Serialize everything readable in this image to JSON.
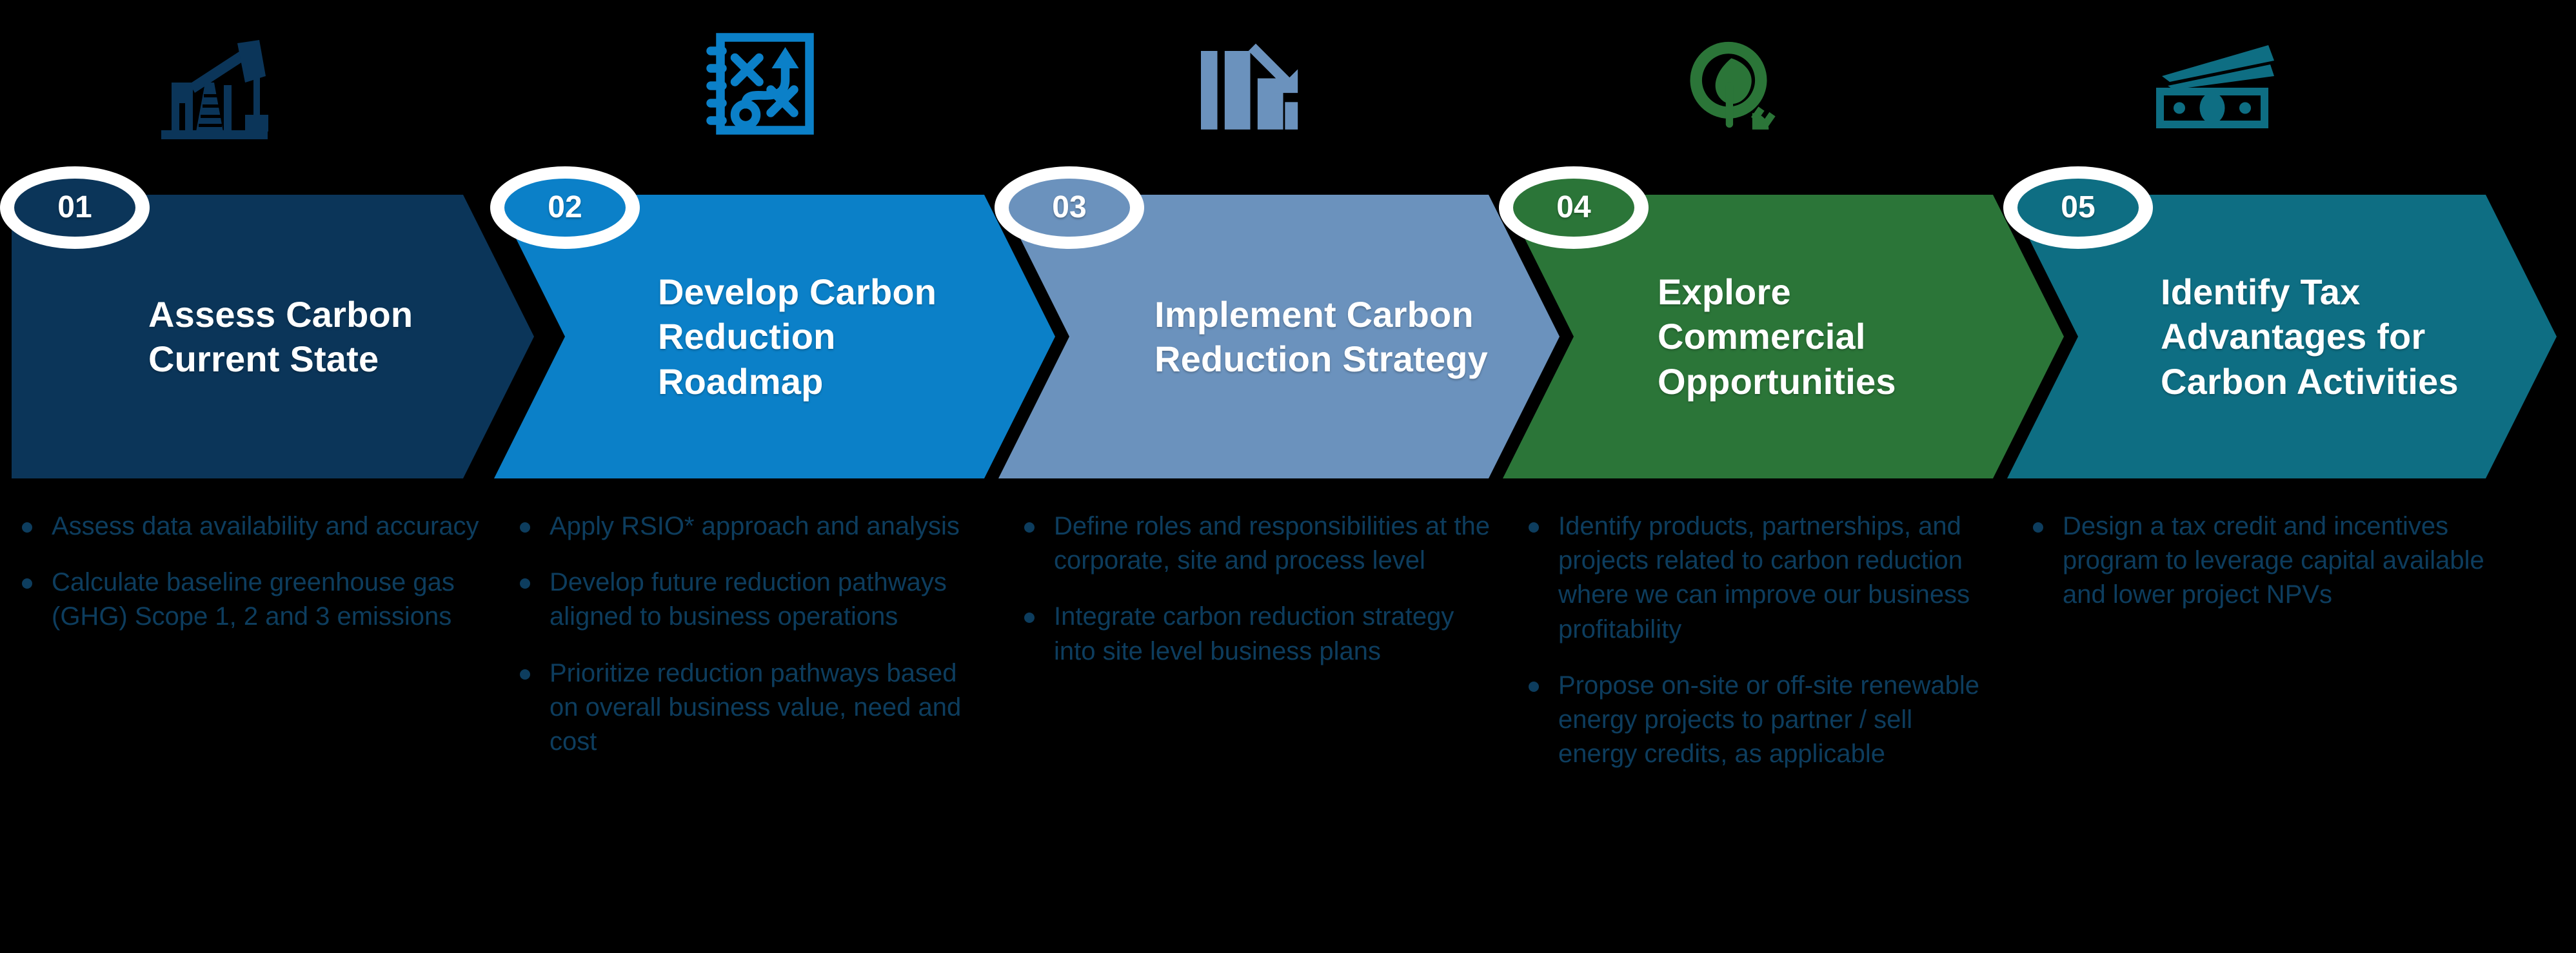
{
  "diagram": {
    "title": "Carbon Reduction Five Step Process",
    "type": "five-step-chevron-process"
  },
  "colors": {
    "background": "#000000",
    "step1": "#0b3559",
    "step2": "#0b80c8",
    "step3": "#6b92bd",
    "step4": "#2b7538",
    "step5": "#0e6e83",
    "bullet_text": "#0d3d5e",
    "title_text": "#ffffff",
    "badge_ring": "#ffffff"
  },
  "steps": [
    {
      "number": "01",
      "title": "Assess Carbon\nCurrent State",
      "title_lines": [
        "Assess Carbon",
        "Current State"
      ],
      "color": "#0b3559",
      "icon": "oil-pumpjack-icon",
      "bullets": [
        "Assess data availability and accuracy",
        "Calculate baseline greenhouse gas (GHG) Scope 1, 2 and 3 emissions"
      ]
    },
    {
      "number": "02",
      "title": "Develop Carbon\nReduction\nRoadmap",
      "title_lines": [
        "Develop Carbon",
        "Reduction",
        "Roadmap"
      ],
      "color": "#0b80c8",
      "icon": "strategy-playbook-icon",
      "bullets": [
        "Apply RSIO* approach and analysis",
        "Develop future reduction pathways aligned to business operations",
        "Prioritize reduction pathways based on overall business value, need and cost"
      ]
    },
    {
      "number": "03",
      "title": "Implement Carbon\nReduction Strategy",
      "title_lines": [
        "Implement Carbon",
        "Reduction Strategy"
      ],
      "color": "#6b92bd",
      "icon": "declining-bar-chart-icon",
      "bullets": [
        "Define roles and responsibilities at the corporate, site and process level",
        "Integrate carbon reduction strategy into site level business plans"
      ]
    },
    {
      "number": "04",
      "title": "Explore\nCommercial\nOpportunities",
      "title_lines": [
        "Explore",
        "Commercial",
        "Opportunities"
      ],
      "color": "#2b7538",
      "icon": "leaf-plug-icon",
      "bullets": [
        "Identify products, partnerships, and projects related to carbon reduction where we can improve our business profitability",
        "Propose on-site or off-site renewable energy projects to partner / sell energy credits, as applicable"
      ]
    },
    {
      "number": "05",
      "title": "Identify Tax\nAdvantages for\nCarbon Activities",
      "title_lines": [
        "Identify Tax",
        "Advantages for",
        "Carbon Activities"
      ],
      "color": "#0e6e83",
      "icon": "banknotes-money-icon",
      "bullets": [
        "Design a tax credit and incentives program to leverage capital available and lower project NPVs"
      ]
    }
  ]
}
